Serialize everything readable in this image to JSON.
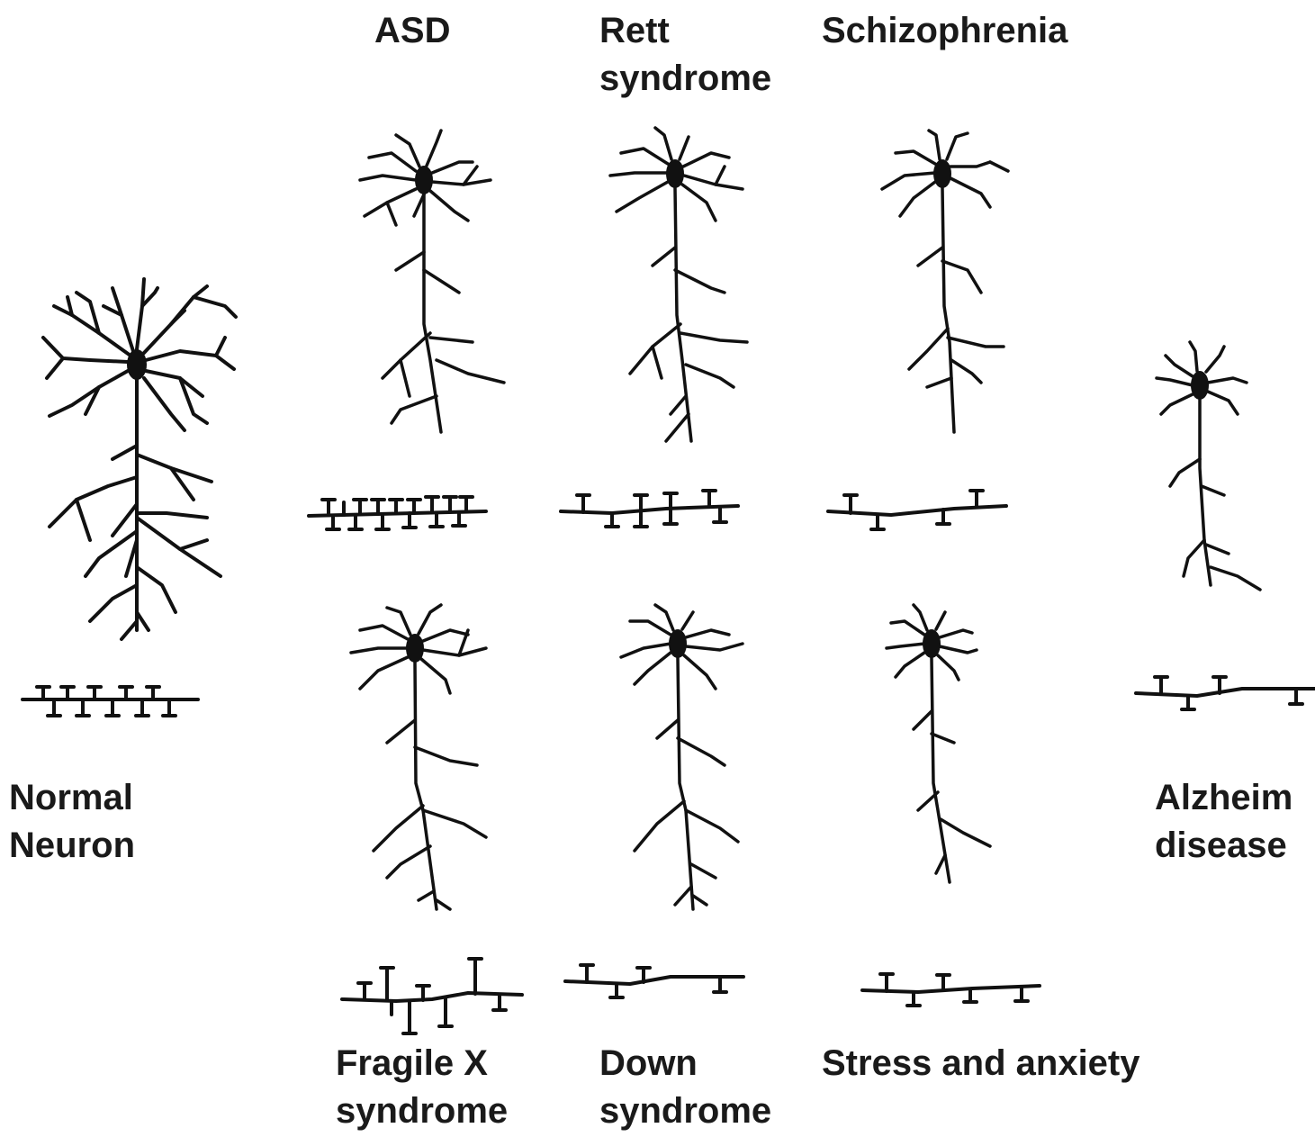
{
  "labels": {
    "asd": "ASD",
    "rett_1": "Rett",
    "rett_2": "syndrome",
    "schizophrenia": "Schizophrenia",
    "normal_1": "Normal",
    "normal_2": "Neuron",
    "alzheimer_1": "Alzheim",
    "alzheimer_2": "disease",
    "fragile_1": "Fragile X",
    "fragile_2": "syndrome",
    "down_1": "Down",
    "down_2": "syndrome",
    "stress": "Stress and anxiety"
  },
  "colors": {
    "ink": "#111111",
    "text": "#1a1a1a",
    "background": "#ffffff"
  }
}
